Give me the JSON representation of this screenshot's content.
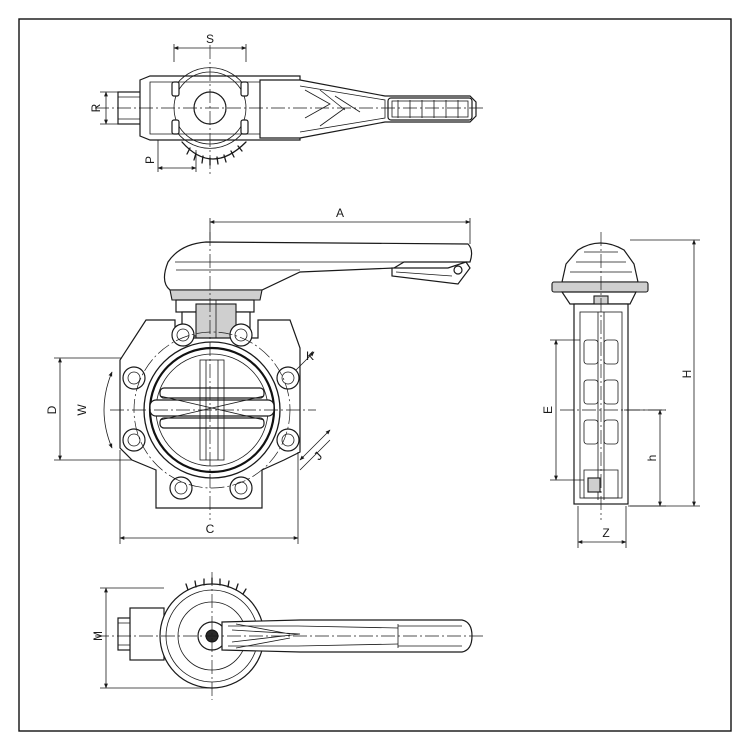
{
  "labels": {
    "S": "S",
    "R": "R",
    "P": "P",
    "A": "A",
    "D": "D",
    "W": "W",
    "K": "K",
    "J": "J",
    "C": "C",
    "E": "E",
    "h": "h",
    "H": "H",
    "Z": "Z",
    "M": "M"
  }
}
